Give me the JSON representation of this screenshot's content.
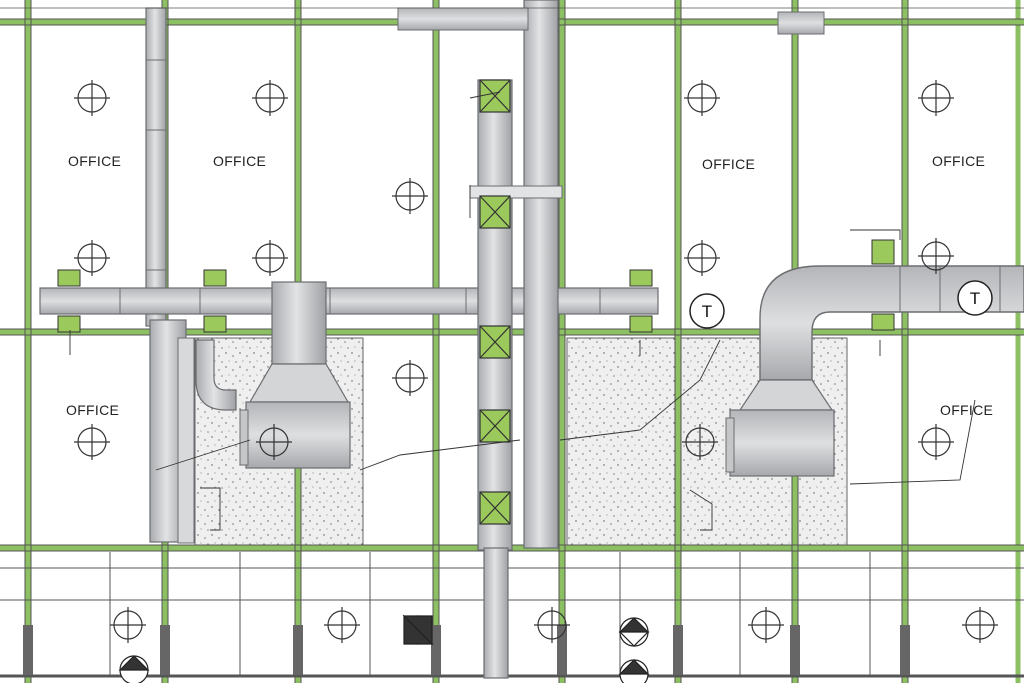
{
  "plan": {
    "room_label": "OFFICE",
    "thermostat_label": "T",
    "rooms": [
      {
        "id": "office-1",
        "label": "OFFICE"
      },
      {
        "id": "office-2",
        "label": "OFFICE"
      },
      {
        "id": "office-3",
        "label": "OFFICE"
      },
      {
        "id": "office-4",
        "label": "OFFICE"
      },
      {
        "id": "office-5",
        "label": "OFFICE"
      },
      {
        "id": "office-6",
        "label": "OFFICE"
      }
    ],
    "thermostats": [
      {
        "id": "thermostat-1",
        "label": "T"
      },
      {
        "id": "thermostat-2",
        "label": "T"
      }
    ],
    "colors": {
      "wall_green": "#8cc063",
      "wall_dark": "#555555",
      "duct_fill": "#c9cacc",
      "duct_edge": "#6b6d70",
      "concrete": "#eeeeee",
      "damper_fill": "#9bc95c"
    },
    "icons": [
      "diffuser-icon",
      "damper-icon",
      "thermostat-icon",
      "exhaust-fan-icon"
    ]
  }
}
